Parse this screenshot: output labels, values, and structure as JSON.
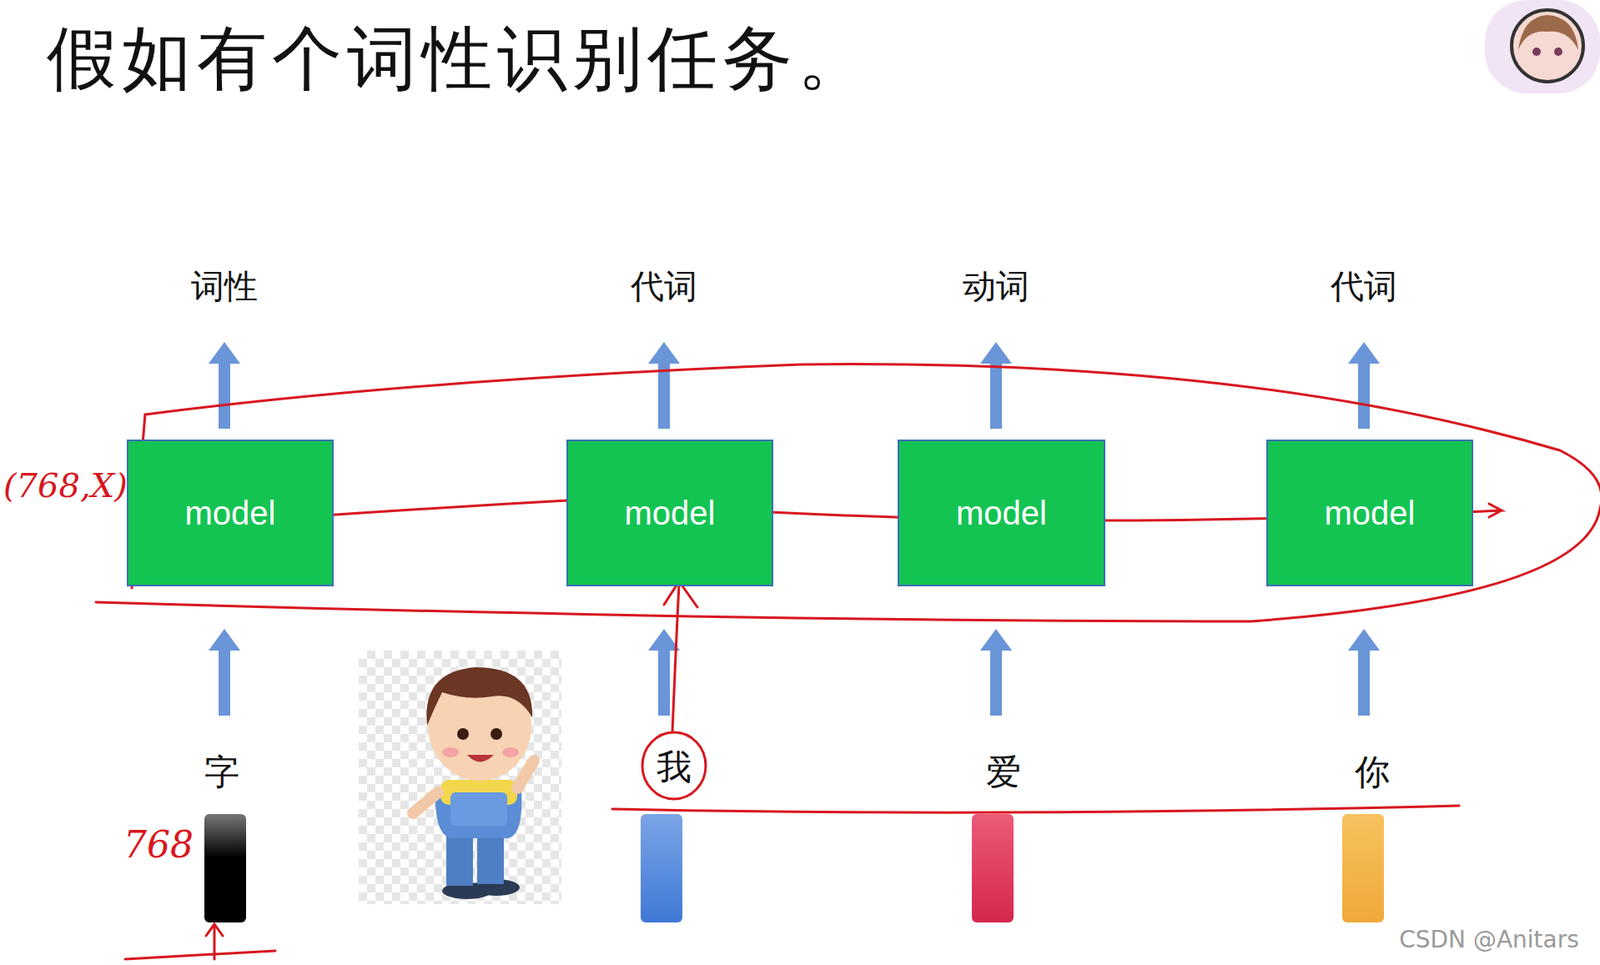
{
  "diagram": {
    "title": "假如有个词性识别任务。",
    "nodes": [
      {
        "text": [
          "model"
        ]
      },
      {
        "text": [
          "model"
        ]
      },
      {
        "text": [
          "model"
        ]
      },
      {
        "text": [
          "model"
        ]
      }
    ],
    "labels": [
      "词性",
      "代词",
      "动词",
      "代词",
      "字",
      "我",
      "爱",
      "你",
      "768",
      "(768,X)",
      "CSDN @Anitars"
    ]
  }
}
